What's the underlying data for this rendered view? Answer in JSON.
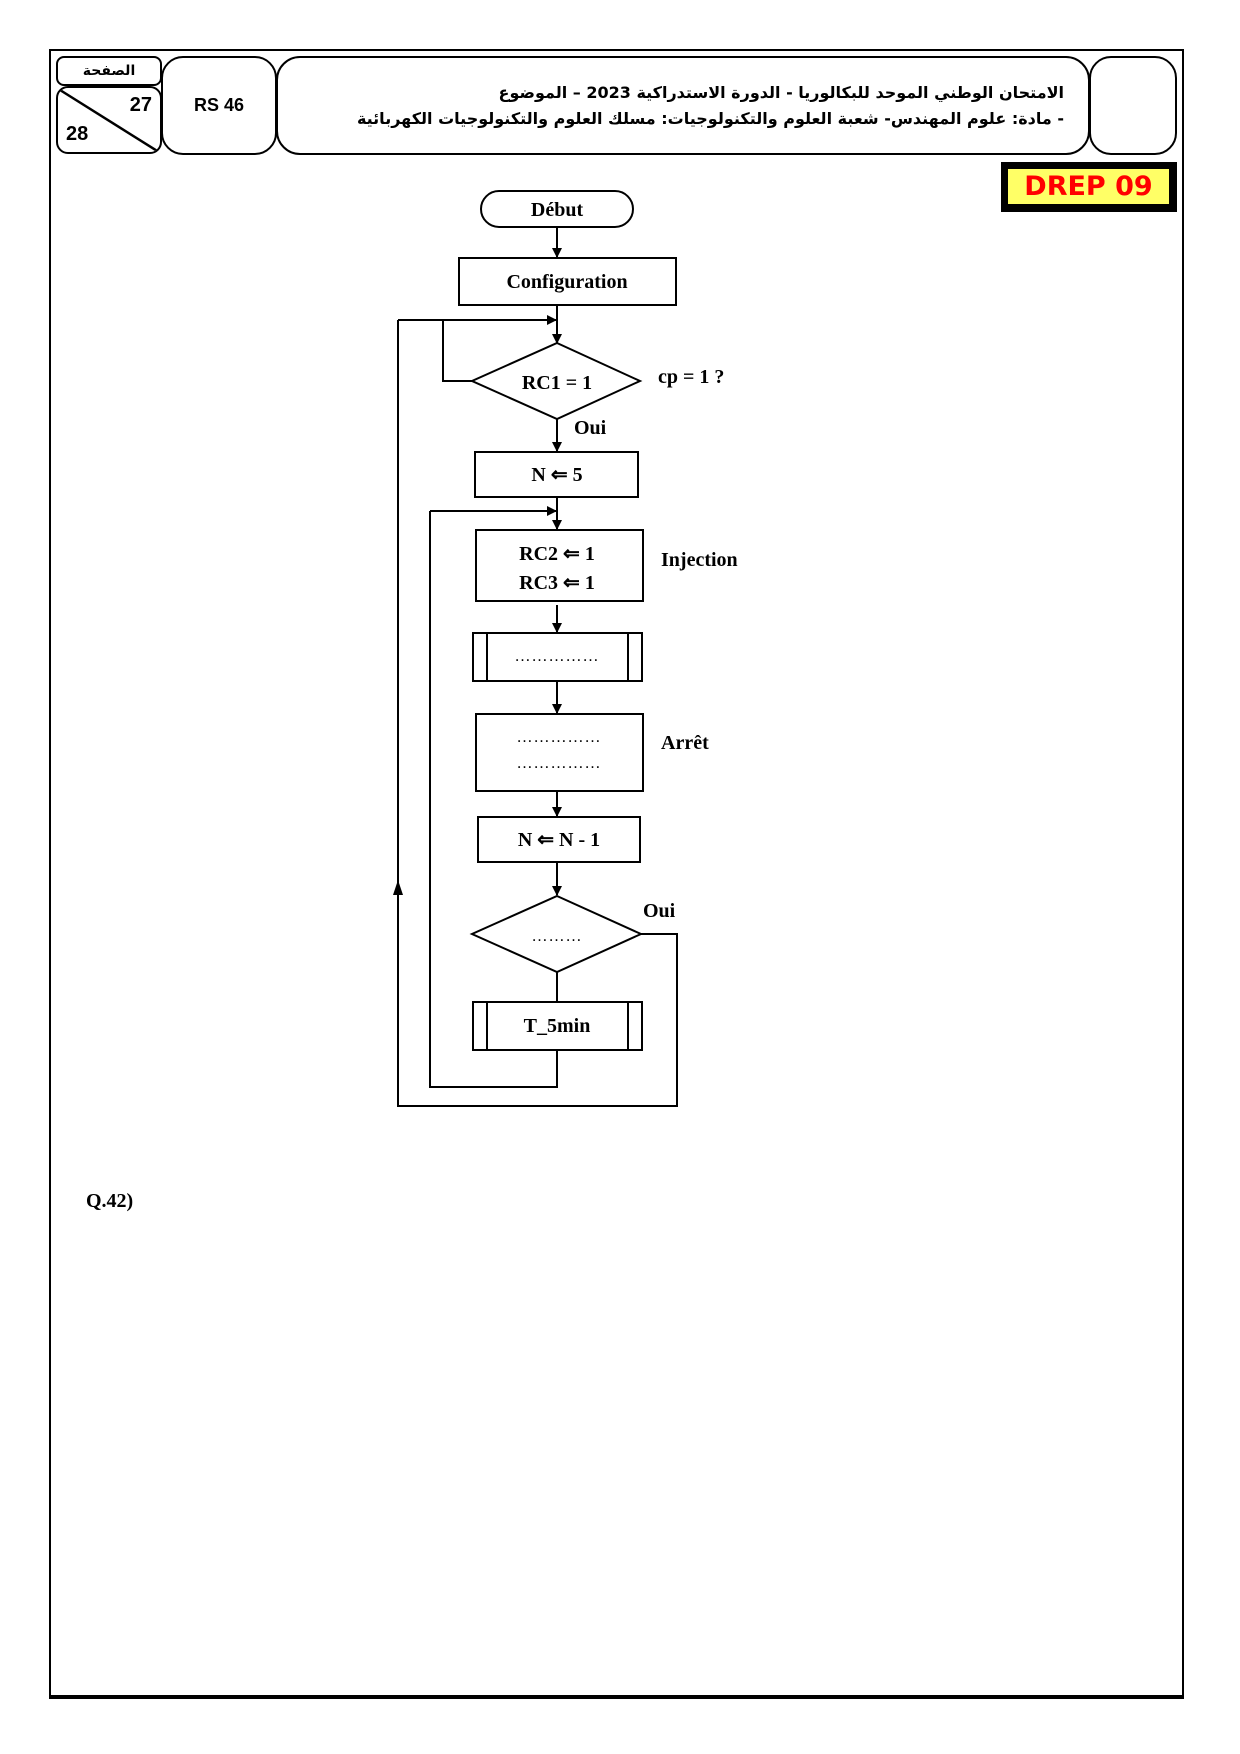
{
  "header": {
    "page_label": "الصفحة",
    "page_current": "27",
    "page_total": "28",
    "code": "RS 46",
    "title_line1": "الامتحان الوطني الموحد للبكالوريا - الدورة الاستدراكية 2023 – الموضوع",
    "title_line2": "- مادة: علوم المهندس- شعبة العلوم والتكنولوجيات: مسلك العلوم والتكنولوجيات الكهربائية"
  },
  "badge": {
    "label": "DREP 09",
    "text_color": "#ff0000",
    "background": "#ffff66"
  },
  "flowchart": {
    "start": "Début",
    "config": "Configuration",
    "decision1": "RC1 = 1",
    "decision1_note": "cp = 1 ?",
    "decision1_yes": "Oui",
    "init": "N ⇐ 5",
    "injection_line1": "RC2 ⇐ 1",
    "injection_line2": "RC3 ⇐ 1",
    "injection_label": "Injection",
    "subroutine_blank": "……………",
    "stop_line1": "……………",
    "stop_line2": "……………",
    "stop_label": "Arrêt",
    "decrement": "N ⇐ N - 1",
    "decision2": "………",
    "decision2_yes": "Oui",
    "timer": "T_5min"
  },
  "question": {
    "label": "Q.42)"
  }
}
